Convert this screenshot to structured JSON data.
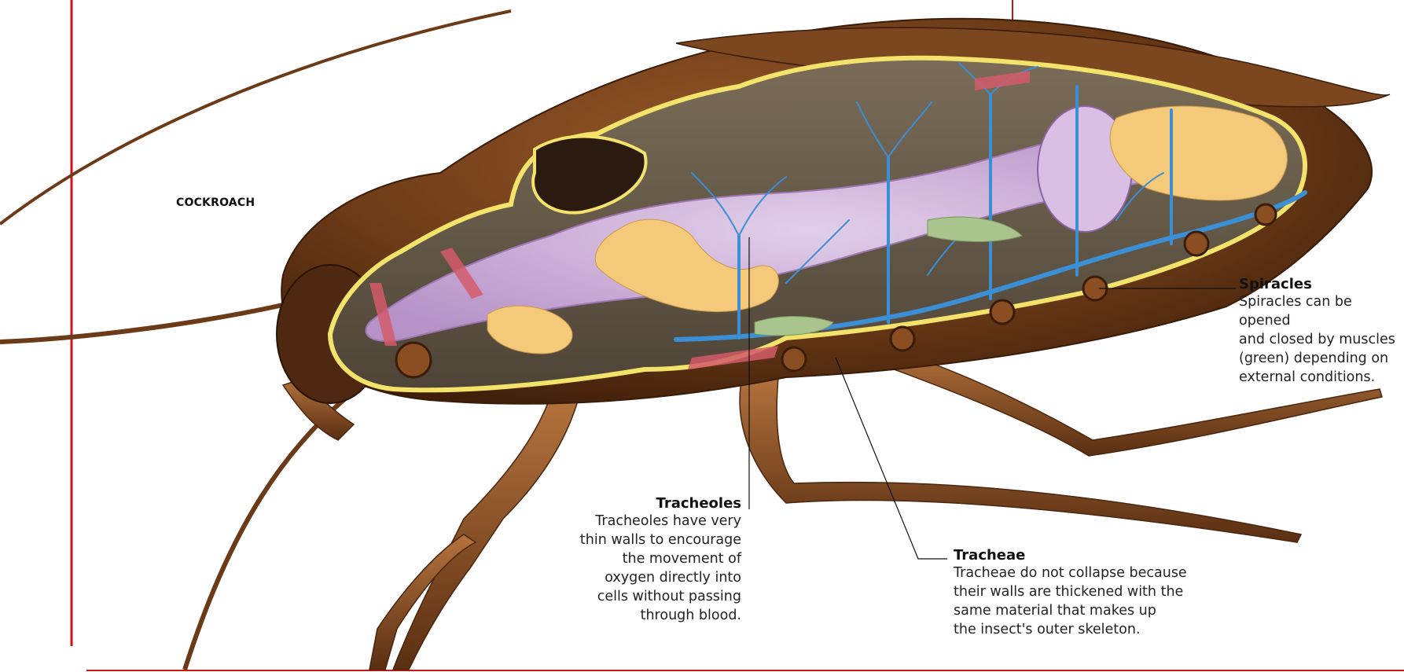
{
  "diagram": {
    "title": "COCKROACH",
    "colors": {
      "accent_red": "#d0121b",
      "shell": "#6b3a17",
      "shell_light": "#9a5a2a",
      "cutaway_edge": "#f3e36a",
      "gut": "#c9a6d6",
      "trachea": "#3b8fd6",
      "fat_body": "#f4c97a",
      "muscle": "#d45a6a",
      "spiracle_muscle": "#a9c48c"
    },
    "callouts": [
      {
        "title": "Spiracles",
        "lines": [
          "Spiracles can be opened",
          "and closed by muscles",
          "(green) depending on",
          "external conditions."
        ]
      },
      {
        "title": "Tracheoles",
        "lines": [
          "Tracheoles have very",
          "thin walls to encourage",
          "the movement of",
          "oxygen directly into",
          "cells without passing",
          "through blood."
        ]
      },
      {
        "title": "Tracheae",
        "lines": [
          "Tracheae do not collapse because",
          "their walls are thickened with the",
          "same material that makes up",
          "the insect's outer skeleton."
        ]
      }
    ]
  }
}
